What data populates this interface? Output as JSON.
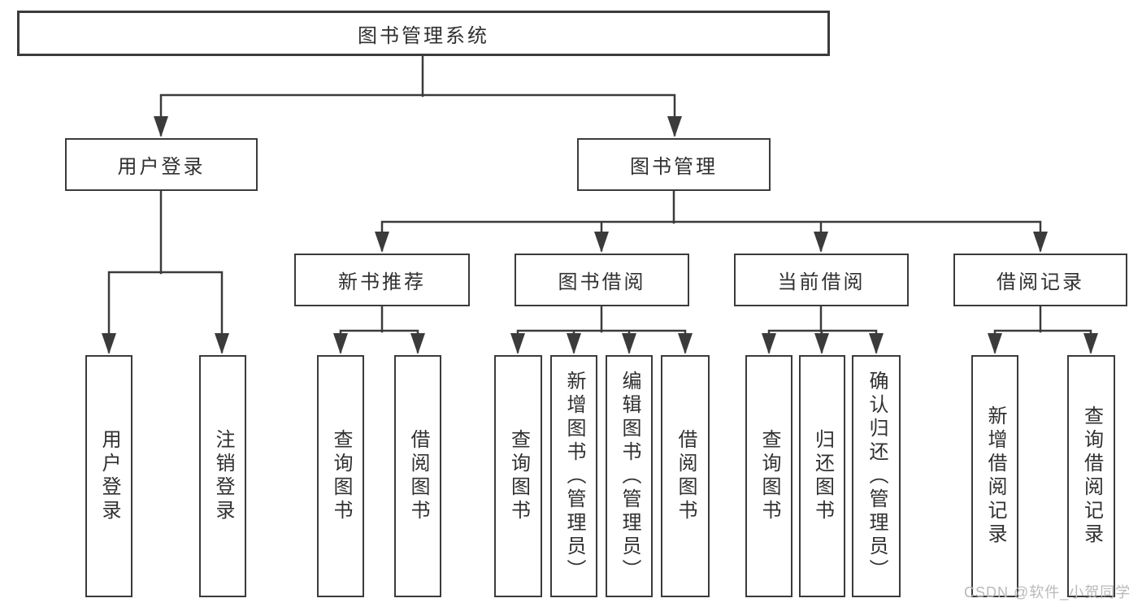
{
  "nodes": {
    "root": "图书管理系统",
    "userLogin": {
      "label": "用户登录",
      "children": [
        "用户登录",
        "注销登录"
      ]
    },
    "bookMgmt": {
      "label": "图书管理",
      "sections": [
        {
          "label": "新书推荐",
          "children": [
            "查询图书",
            "借阅图书"
          ]
        },
        {
          "label": "图书借阅",
          "children": [
            "查询图书",
            "新增图书（管理员）",
            "编辑图书（管理员）",
            "借阅图书"
          ]
        },
        {
          "label": "当前借阅",
          "children": [
            "查询图书",
            "归还图书",
            "确认归还（管理员）"
          ]
        },
        {
          "label": "借阅记录",
          "children": [
            "新增借阅记录",
            "查询借阅记录"
          ]
        }
      ]
    }
  },
  "watermark": "CSDN @软件_小贺同学",
  "colors": {
    "line": "#3b3b3b",
    "text": "#303030",
    "background": "#ffffff",
    "watermark": "#b9b9b9"
  }
}
